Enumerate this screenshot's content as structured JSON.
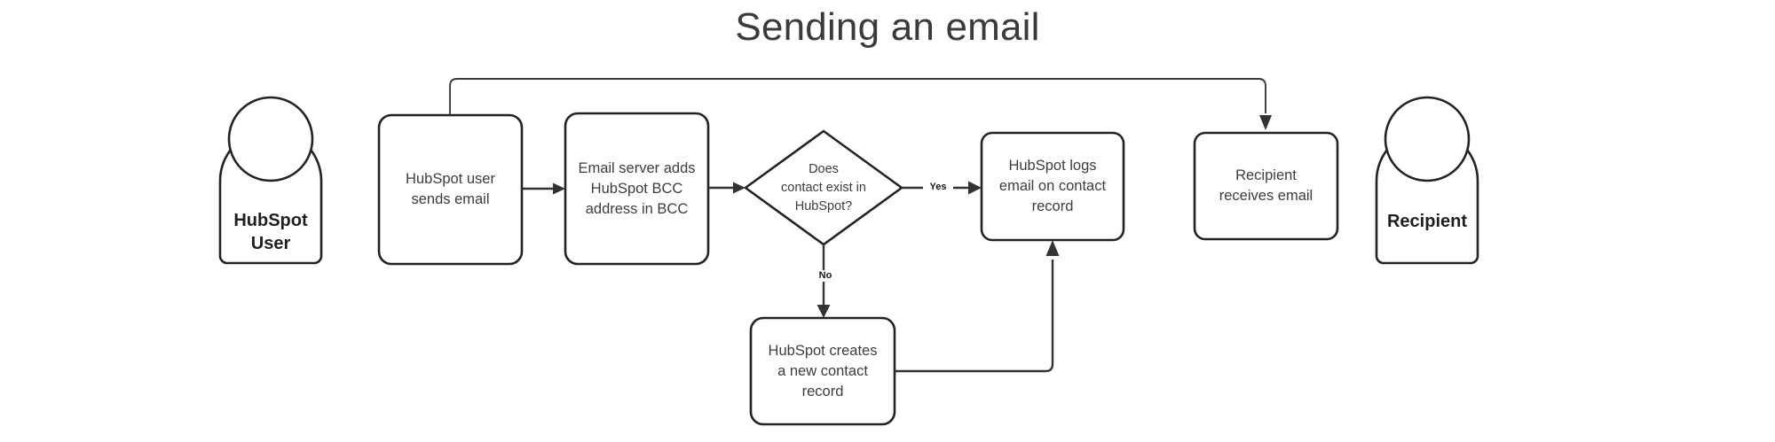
{
  "diagram": {
    "title": "Sending an email",
    "type": "flowchart",
    "background_color": "#ffffff",
    "stroke_color": "#232323",
    "text_color": "#3d3d3d",
    "actors": [
      {
        "id": "hubspot-user",
        "label": "HubSpot\nUser"
      },
      {
        "id": "recipient",
        "label": "Recipient"
      }
    ],
    "nodes": [
      {
        "id": "n1",
        "shape": "rounded-rect",
        "label": "HubSpot user\nsends email"
      },
      {
        "id": "n2",
        "shape": "rounded-rect",
        "label": "Email server adds\nHubSpot BCC\naddress in BCC"
      },
      {
        "id": "n3",
        "shape": "diamond",
        "label": "Does\ncontact exist in\nHubSpot?"
      },
      {
        "id": "n4",
        "shape": "rounded-rect",
        "label": "HubSpot logs\nemail on contact\nrecord"
      },
      {
        "id": "n5",
        "shape": "rounded-rect",
        "label": "Recipient\nreceives email"
      },
      {
        "id": "n6",
        "shape": "rounded-rect",
        "label": "HubSpot creates\na new contact\nrecord"
      }
    ],
    "edges": [
      {
        "id": "e1",
        "from": "n1",
        "to": "n2",
        "label": ""
      },
      {
        "id": "e2",
        "from": "n2",
        "to": "n3",
        "label": ""
      },
      {
        "id": "e3",
        "from": "n3",
        "to": "n4",
        "label": "Yes"
      },
      {
        "id": "e4",
        "from": "n3",
        "to": "n6",
        "label": "No"
      },
      {
        "id": "e5",
        "from": "n6",
        "to": "n4",
        "label": ""
      },
      {
        "id": "e6",
        "from": "n1",
        "to": "n5",
        "label": ""
      }
    ]
  }
}
